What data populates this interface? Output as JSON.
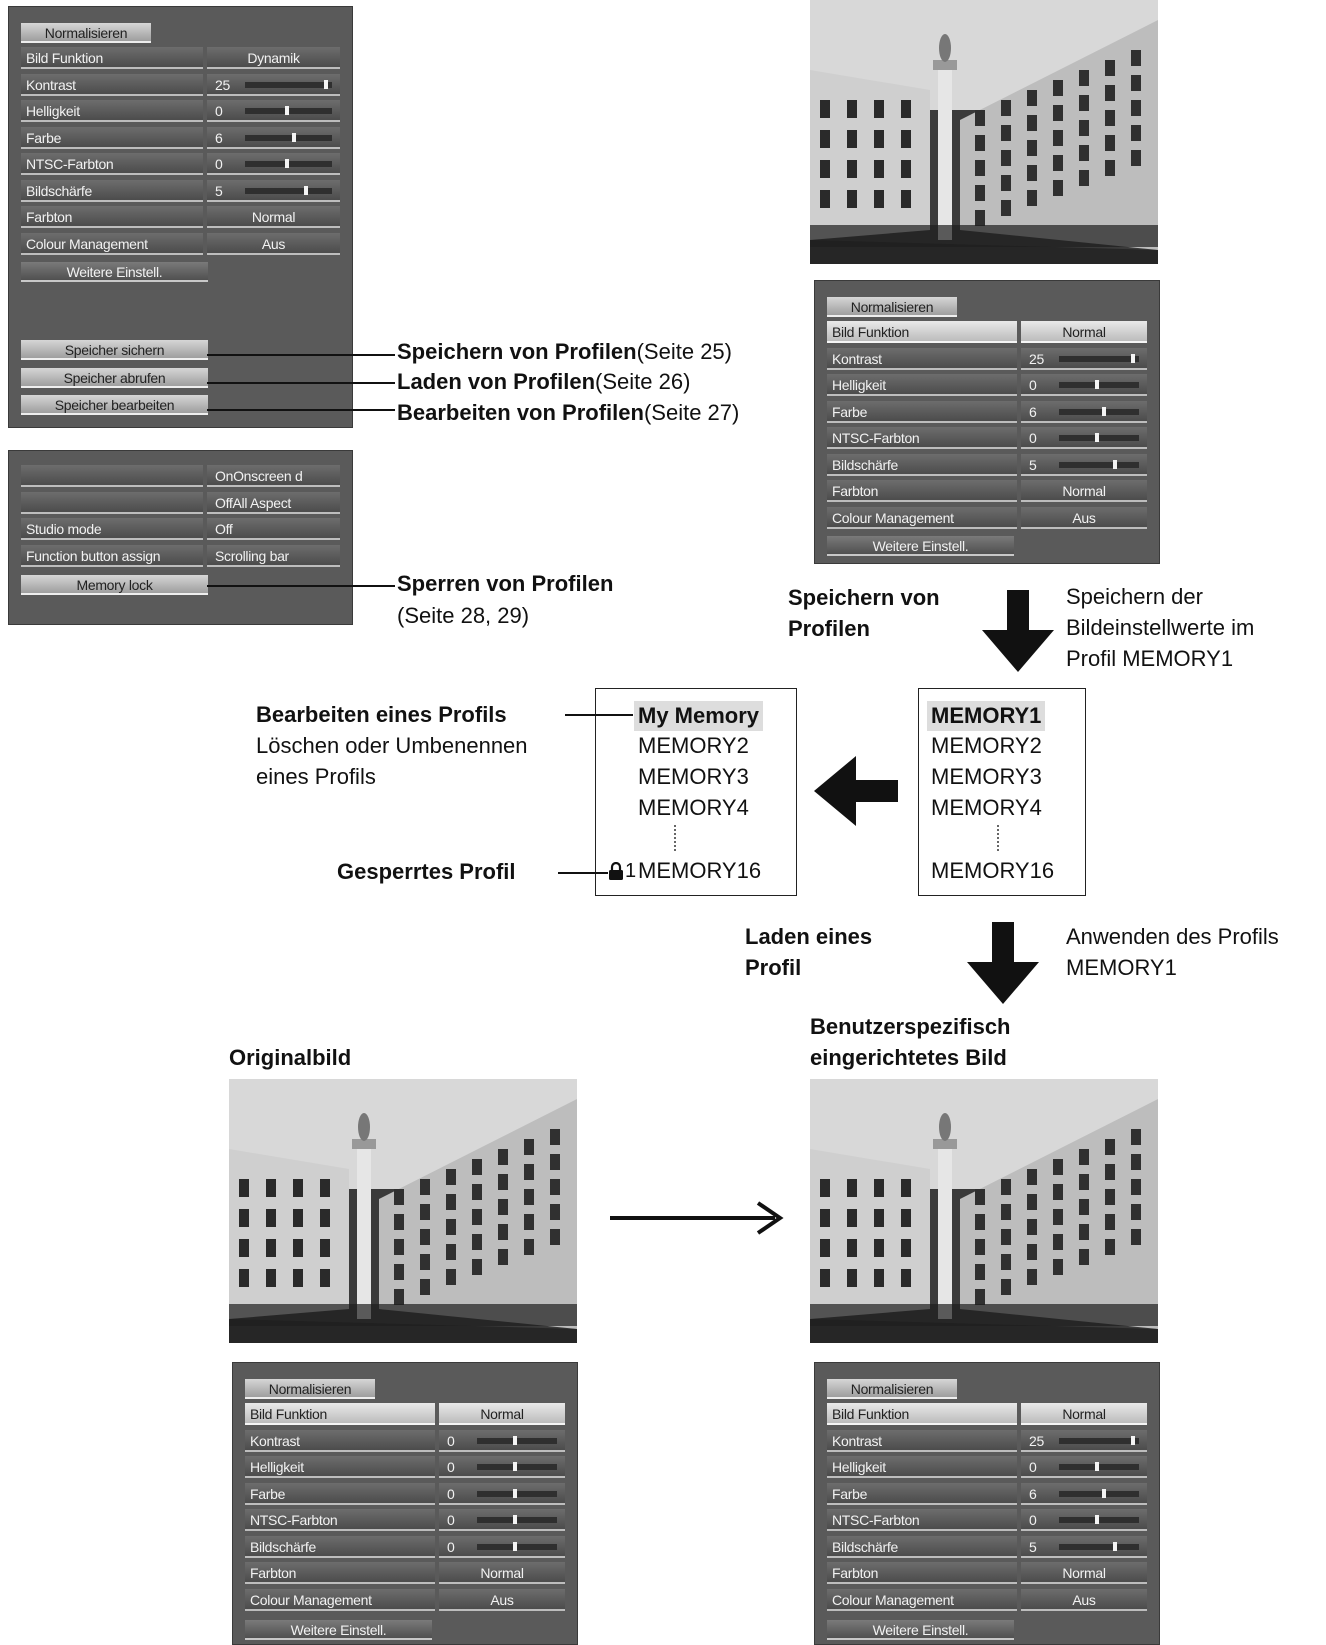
{
  "menu_top": {
    "reset": "Normalisieren",
    "rows": [
      {
        "label": "Bild Funktion",
        "value": "Dynamik"
      },
      {
        "label": "Kontrast",
        "value": "25",
        "level": 1.0
      },
      {
        "label": "Helligkeit",
        "value": "0",
        "level": 0.5
      },
      {
        "label": "Farbe",
        "value": "6",
        "level": 0.6
      },
      {
        "label": "NTSC-Farbton",
        "value": "0",
        "level": 0.5
      },
      {
        "label": "Bildschärfe",
        "value": "5",
        "level": 0.75
      },
      {
        "label": "Farbton",
        "value": "Normal"
      },
      {
        "label": "Colour Management",
        "value": "Aus"
      }
    ],
    "more": "Weitere  Einstell.",
    "save": "Speicher sichern",
    "load": "Speicher abrufen",
    "edit": "Speicher bearbeiten"
  },
  "menu_setup": {
    "rows": [
      {
        "label": "",
        "value": "OnOnscreen d"
      },
      {
        "label": "",
        "value": "OffAll Aspect"
      },
      {
        "label": "Studio mode",
        "value": "Off"
      },
      {
        "label": "Function button assign",
        "value": "Scrolling bar"
      }
    ],
    "lock": "Memory lock"
  },
  "callouts": {
    "save_bold": "Speichern von Profilen",
    "save_page": "(Seite 25)",
    "load_bold": "Laden von Profilen",
    "load_page": "(Seite 26)",
    "edit_bold": "Bearbeiten von Profilen",
    "edit_page": "(Seite 27)",
    "lock_bold": "Sperren von Profilen",
    "lock_page": "(Seite 28, 29)"
  },
  "menu_right": {
    "reset": "Normalisieren",
    "rows": [
      {
        "label": "Bild Funktion",
        "value": "Normal"
      },
      {
        "label": "Kontrast",
        "value": "25",
        "level": 1.0
      },
      {
        "label": "Helligkeit",
        "value": "0",
        "level": 0.5
      },
      {
        "label": "Farbe",
        "value": "6",
        "level": 0.6
      },
      {
        "label": "NTSC-Farbton",
        "value": "0",
        "level": 0.5
      },
      {
        "label": "Bildschärfe",
        "value": "5",
        "level": 0.75
      },
      {
        "label": "Farbton",
        "value": "Normal"
      },
      {
        "label": "Colour Management",
        "value": "Aus"
      }
    ],
    "more": "Weitere  Einstell."
  },
  "flow": {
    "save_title_1": "Speichern von",
    "save_title_2": "Profilen",
    "save_desc_1": "Speichern der",
    "save_desc_2": "Bildeinstellwerte im",
    "save_desc_3": "Profil MEMORY1",
    "edit_title": "Bearbeiten eines Profils",
    "edit_desc_1": "Löschen oder Umbenennen",
    "edit_desc_2": "eines Profils",
    "locked": "Gesperrtes Profil",
    "lock_num": "1",
    "load_title_1": "Laden eines",
    "load_title_2": "Profil",
    "load_desc_1": "Anwenden des Profils",
    "load_desc_2": "MEMORY1",
    "custom_1": "Benutzerspezifisch",
    "custom_2": "eingerichtetes Bild",
    "original": "Originalbild"
  },
  "list_left": [
    "My Memory",
    "MEMORY2",
    "MEMORY3",
    "MEMORY4",
    "MEMORY16"
  ],
  "list_right": [
    "MEMORY1",
    "MEMORY2",
    "MEMORY3",
    "MEMORY4",
    "MEMORY16"
  ],
  "menu_bl": {
    "reset": "Normalisieren",
    "rows": [
      {
        "label": "Bild Funktion",
        "value": "Normal"
      },
      {
        "label": "Kontrast",
        "value": "0",
        "level": 0.5
      },
      {
        "label": "Helligkeit",
        "value": "0",
        "level": 0.5
      },
      {
        "label": "Farbe",
        "value": "0",
        "level": 0.5
      },
      {
        "label": "NTSC-Farbton",
        "value": "0",
        "level": 0.5
      },
      {
        "label": "Bildschärfe",
        "value": "0",
        "level": 0.5
      },
      {
        "label": "Farbton",
        "value": "Normal"
      },
      {
        "label": "Colour Management",
        "value": "Aus"
      }
    ],
    "more": "Weitere  Einstell."
  },
  "menu_br": {
    "reset": "Normalisieren",
    "rows": [
      {
        "label": "Bild Funktion",
        "value": "Normal"
      },
      {
        "label": "Kontrast",
        "value": "25",
        "level": 1.0
      },
      {
        "label": "Helligkeit",
        "value": "0",
        "level": 0.5
      },
      {
        "label": "Farbe",
        "value": "6",
        "level": 0.6
      },
      {
        "label": "NTSC-Farbton",
        "value": "0",
        "level": 0.5
      },
      {
        "label": "Bildschärfe",
        "value": "5",
        "level": 0.75
      },
      {
        "label": "Farbton",
        "value": "Normal"
      },
      {
        "label": "Colour Management",
        "value": "Aus"
      }
    ],
    "more": "Weitere  Einstell."
  }
}
